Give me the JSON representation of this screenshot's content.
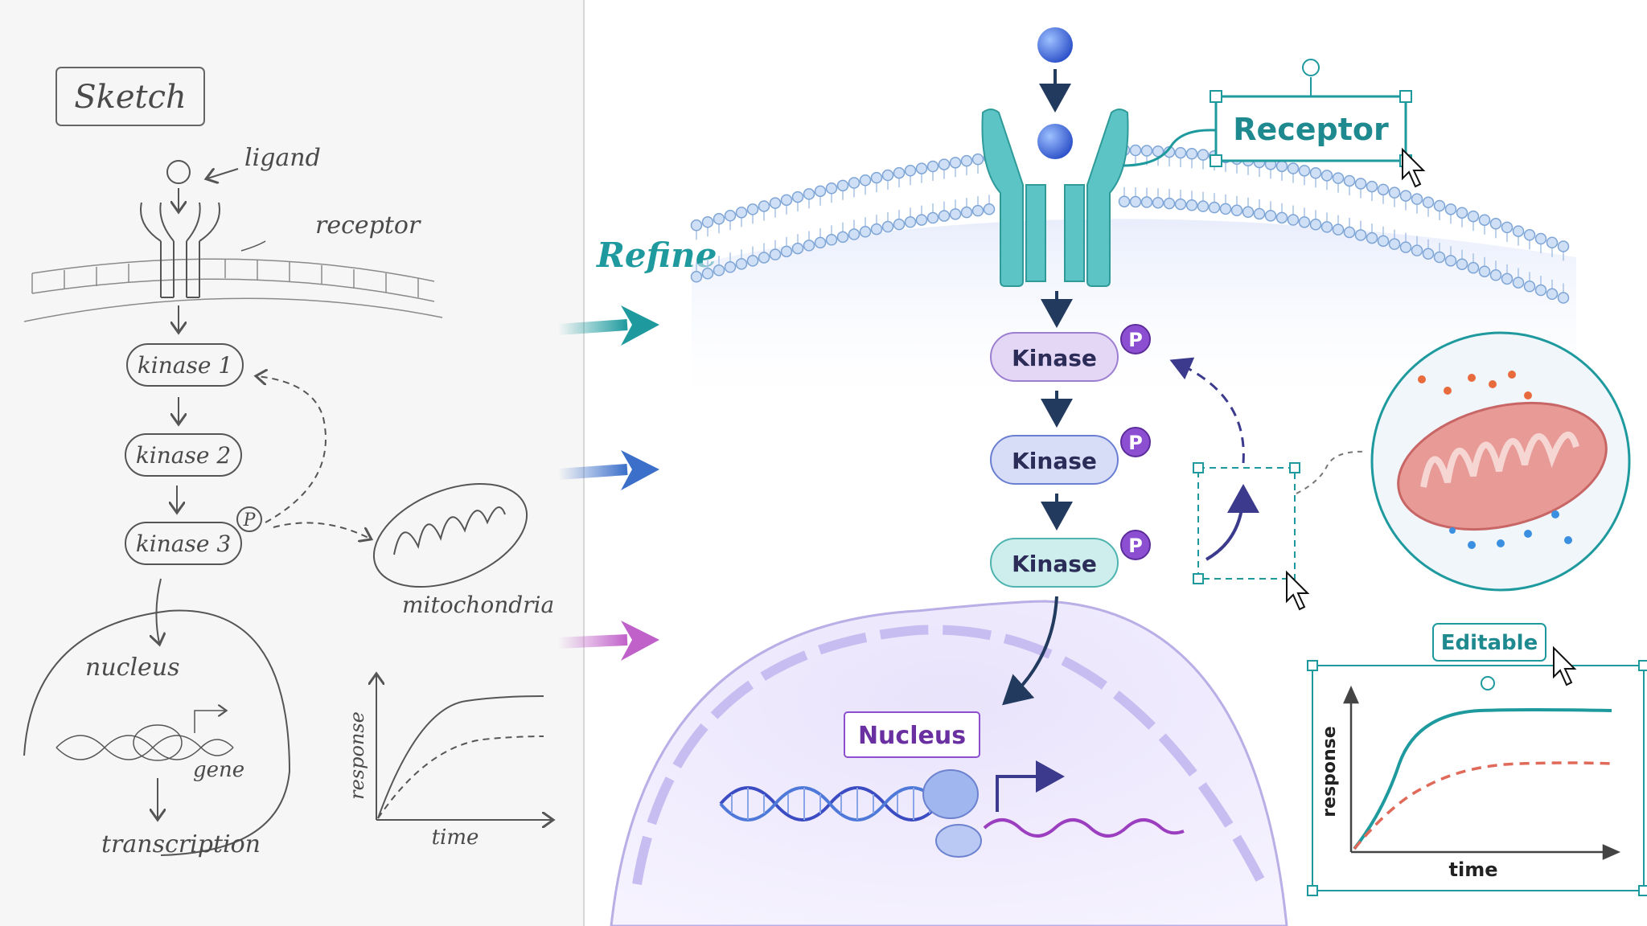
{
  "colors": {
    "teal": "#1e9a9e",
    "navy": "#223a5e",
    "purple": "#7a3fb0",
    "kinase1": "#e4d6f5",
    "kinase2": "#d7ddf6",
    "kinase3": "#cdeeed",
    "phospho": "#8d4fd1",
    "pencil": "#4a4a4a",
    "dashed_curve": "#e06a5a"
  },
  "sketch": {
    "title": "Sketch",
    "ligand": "ligand",
    "receptor": "receptor",
    "kinase1": "kinase 1",
    "kinase2": "kinase 2",
    "kinase3": "kinase 3",
    "phospho": "P",
    "mitochondria": "mitochondria",
    "nucleus": "nucleus",
    "gene": "gene",
    "transcription": "transcription",
    "plot_ylabel": "response",
    "plot_xlabel": "time"
  },
  "refine_label": "Refine",
  "refined": {
    "receptor_label": "Receptor",
    "kinase1": "Kinase",
    "kinase2": "Kinase",
    "kinase3": "Kinase",
    "phospho": "P",
    "nucleus_label": "Nucleus",
    "editable_label": "Editable",
    "plot_ylabel": "response",
    "plot_xlabel": "time"
  },
  "icons": [
    "cursor-icon",
    "arrow-icon",
    "dna-icon",
    "mitochondrion-icon",
    "membrane-icon",
    "receptor-icon",
    "ligand-icon"
  ]
}
